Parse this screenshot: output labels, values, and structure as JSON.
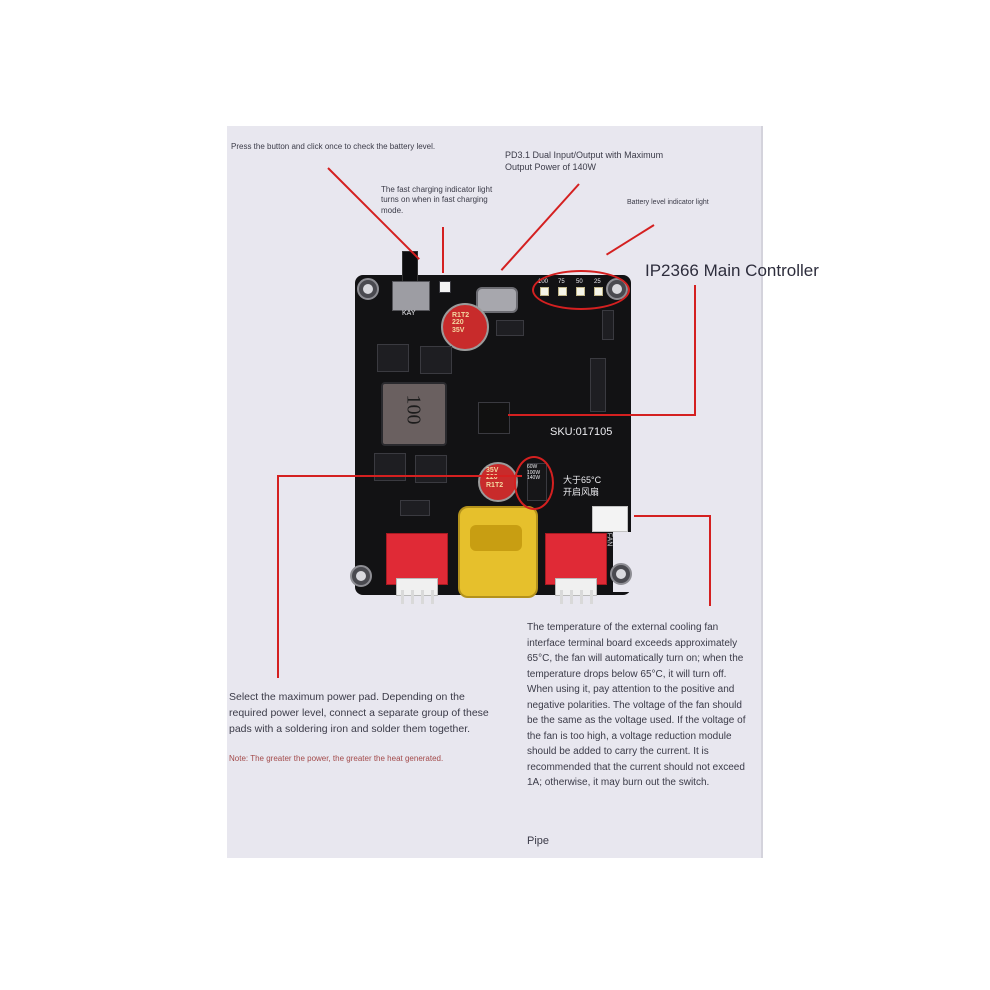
{
  "callouts": {
    "button": "Press the button and click once to check the battery level.",
    "fast_charge": "The fast charging indicator light turns on when in fast charging mode.",
    "pd": "PD3.1 Dual Input/Output with Maximum Output Power of 140W",
    "battery_led": "Battery level indicator light",
    "controller": "IP2366 Main Controller",
    "power_pad": "Select the maximum power pad. Depending on the required power level, connect a separate group of these pads with a soldering iron and solder them together.",
    "note": "Note: The greater the power, the greater the heat generated.",
    "fan": "The temperature of the external cooling fan interface terminal board exceeds approximately 65°C, the fan will automatically turn on; when the temperature drops below 65°C, it will turn off. When using it, pay attention to the positive and negative polarities. The voltage of the fan should be the same as the voltage used. If the voltage of the fan is too high, a voltage reduction module should be added to carry the current. It is recommended that the current should not exceed 1A; otherwise, it may burn out the switch.",
    "pipe": "Pipe"
  },
  "board": {
    "sku": "SKU:017105",
    "key_label": "KAY",
    "inductor": "100",
    "cap1": [
      "R1T2",
      "220",
      "35V"
    ],
    "cap2": [
      "35V",
      "220",
      "R1T2"
    ],
    "fan_cn_1": "大于65°C",
    "fan_cn_2": "开启风扇",
    "fan_label": "FAN",
    "led_labels": [
      "100",
      "75",
      "50",
      "25"
    ],
    "power_labels": [
      "60W",
      "100W",
      "140W"
    ]
  },
  "colors": {
    "accent_red": "#d42020",
    "board": "#121214",
    "panel": "#e8e7ef"
  }
}
